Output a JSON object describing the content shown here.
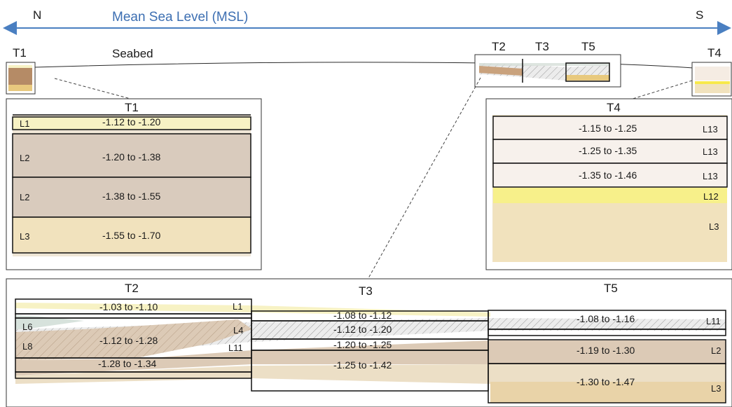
{
  "header": {
    "north": "N",
    "south": "S",
    "msl_label": "Mean Sea Level (MSL)"
  },
  "overview": {
    "seabed_label": "Seabed",
    "t1": "T1",
    "t2": "T2",
    "t3": "T3",
    "t4": "T4",
    "t5": "T5"
  },
  "t1_panel": {
    "title": "T1",
    "rows": [
      {
        "layer": "L1",
        "range": "-1.12 to -1.20"
      },
      {
        "layer": "L2",
        "range": "-1.20 to -1.38"
      },
      {
        "layer": "L2",
        "range": "-1.38 to -1.55"
      },
      {
        "layer": "L3",
        "range": "-1.55 to -1.70"
      }
    ]
  },
  "t4_panel": {
    "title": "T4",
    "rows": [
      {
        "layer": "L13",
        "range": "-1.15 to -1.25"
      },
      {
        "layer": "L13",
        "range": "-1.25 to -1.35"
      },
      {
        "layer": "L13",
        "range": "-1.35 to -1.46"
      },
      {
        "layer": "L12",
        "range": ""
      },
      {
        "layer": "L3",
        "range": ""
      }
    ]
  },
  "bottom_panel": {
    "t2": {
      "title": "T2",
      "ranges": [
        "-1.03 to -1.10",
        "-1.12 to -1.28",
        "-1.28 to -1.34"
      ],
      "layers": [
        "L1",
        "L6",
        "L8",
        "L4",
        "L11"
      ]
    },
    "t3": {
      "title": "T3",
      "ranges": [
        "-1.08 to -1.12",
        "-1.12 to -1.20",
        "-1.20 to -1.25",
        "-1.25 to -1.42"
      ]
    },
    "t5": {
      "title": "T5",
      "ranges": [
        "-1.08 to -1.16",
        "-1.19 to -1.30",
        "-1.30 to -1.47"
      ],
      "layers": [
        "L11",
        "L2",
        "L3"
      ]
    }
  },
  "colors": {
    "msl_blue": "#4a7fc1",
    "l1_yellow": "#f7f2c4",
    "clay_brown": "#d9cbbd",
    "sand_tan": "#f1e2bd",
    "l13_cream": "#f7f1ec",
    "l12_yellow": "#f7f08a"
  }
}
